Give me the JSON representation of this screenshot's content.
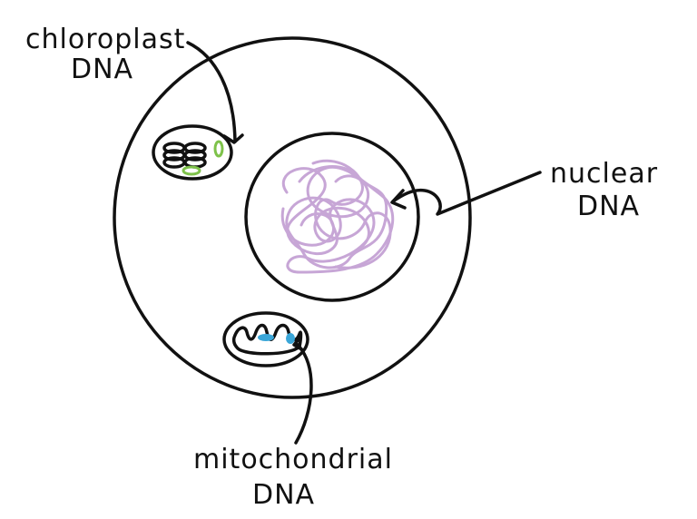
{
  "labels": {
    "chloroplast": {
      "line1": "chloroplast",
      "line2": "DNA"
    },
    "nuclear": {
      "line1": "nuclear",
      "line2": "DNA"
    },
    "mitochondrial": {
      "line1": "mitochondrial",
      "line2": "DNA"
    }
  },
  "colors": {
    "outline": "#111111",
    "nuclear_dna": "#c7a6d6",
    "chloroplast_dna": "#7ec24a",
    "mitochondrial_dna": "#3aa6d8",
    "background": "#ffffff"
  }
}
